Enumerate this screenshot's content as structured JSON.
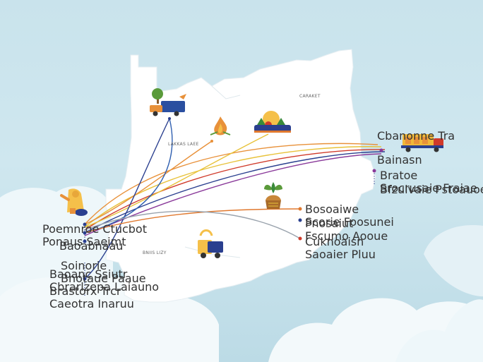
{
  "map_labels": {
    "region_north_east": "CARAKET",
    "region_center": "LAKKAS LAEE",
    "region_south": "BNIIS LIZY"
  },
  "left_labels": [
    {
      "title": "Poemnroe Ctucbot",
      "sub": "Ponaus Saeimt"
    },
    {
      "title": "Baoabnaau",
      "sub": ""
    },
    {
      "title": "Soinorie",
      "sub": "Bnotaue Paaue"
    },
    {
      "title": "Baoanc Ssiutr",
      "sub": "Cbrarlzepa Laiauno"
    },
    {
      "title": "Brastorx Trcr",
      "sub": "Caeotra Inaruu"
    }
  ],
  "right_labels": [
    {
      "title": "Cbanonne Tra",
      "sub": "Bainasn"
    },
    {
      "title": "Bratoe",
      "sub": "Srocrusaie Fraiae"
    },
    {
      "title": "",
      "sub": "Bfzulvaie Pstoauoe"
    }
  ],
  "middle_labels": [
    {
      "title": "Bosoaiwe",
      "sub": "Scorie Foosunei"
    },
    {
      "title": "Pnosaiut",
      "sub": "Fscumo Aooue"
    },
    {
      "title": "Cuknoaisn",
      "sub": "Saoaier Pluu"
    }
  ],
  "colors": {
    "red": "#d03a2a",
    "orange": "#e8913a",
    "yellow": "#e8c23a",
    "navy": "#2a3f8f",
    "purple": "#8a3a9a",
    "blue": "#2f5fb0",
    "gray": "#9aa3ad",
    "map_fill": "#ffffff",
    "cloud": "#f4fafc"
  },
  "icons": [
    "tree-truck-icon",
    "flame-icon",
    "produce-basket-icon",
    "freight-truck-icon",
    "worker-icon",
    "plant-icon",
    "delivery-truck-icon"
  ]
}
